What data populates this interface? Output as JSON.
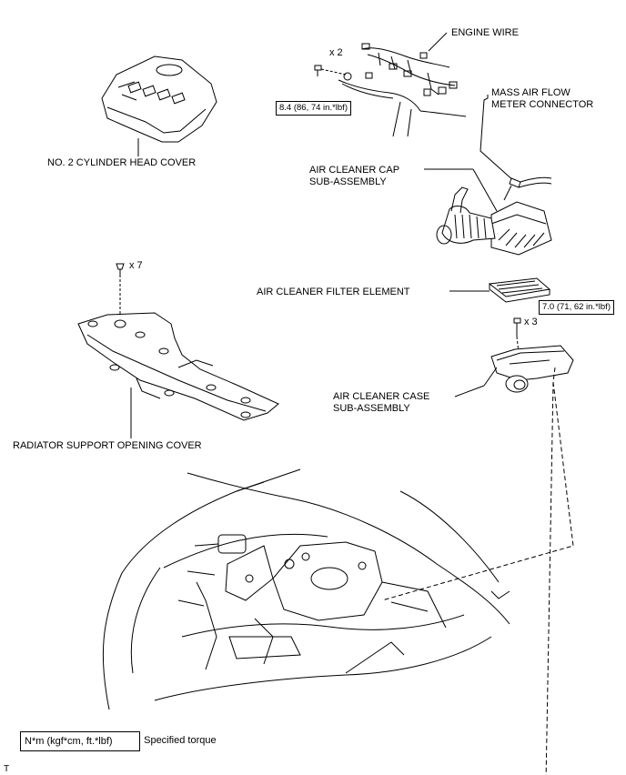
{
  "labels": {
    "engine_wire": "ENGINE WIRE",
    "mass_air_flow_1": "MASS AIR FLOW",
    "mass_air_flow_2": "METER CONNECTOR",
    "cyl_head_cover": "NO. 2 CYLINDER HEAD COVER",
    "air_cleaner_cap_1": "AIR CLEANER CAP",
    "air_cleaner_cap_2": "SUB-ASSEMBLY",
    "filter_element": "AIR CLEANER FILTER ELEMENT",
    "air_cleaner_case_1": "AIR CLEANER CASE",
    "air_cleaner_case_2": "SUB-ASSEMBLY",
    "radiator_cover": "RADIATOR SUPPORT OPENING COVER"
  },
  "fasteners": {
    "engine_wire_qty": "x 2",
    "engine_wire_torque": "8.4 (86, 74 in.*lbf)",
    "radiator_qty": "x 7",
    "case_qty": "x 3",
    "case_torque": "7.0 (71, 62 in.*lbf)"
  },
  "legend": {
    "unit": "N*m (kgf*cm, ft.*lbf)",
    "description": ": Specified torque"
  },
  "figure_code": "T"
}
